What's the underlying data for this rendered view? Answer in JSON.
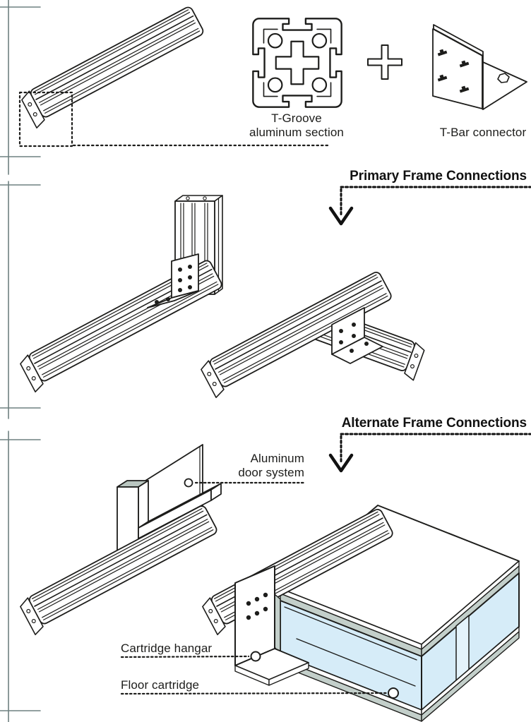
{
  "art_colors": {
    "ink": "#1d1d1b",
    "registration_mark": "#6f8181",
    "cartridge_interior_blue": "#d6ecf8",
    "partition_blue": "#e4f3fb",
    "panel_edge_gray": "#c3cfca",
    "door_bracket_top_gray": "#b9c6c0"
  },
  "legend": {
    "section_label": "T-Groove\naluminum section",
    "connector_label": "T-Bar connector"
  },
  "sections": {
    "primary_title": "Primary Frame Connections",
    "alternate_title": "Alternate Frame Connections"
  },
  "callouts": {
    "door_system": "Aluminum\ndoor system",
    "cartridge_hangar": "Cartridge hangar",
    "floor_cartridge": "Floor cartridge"
  }
}
